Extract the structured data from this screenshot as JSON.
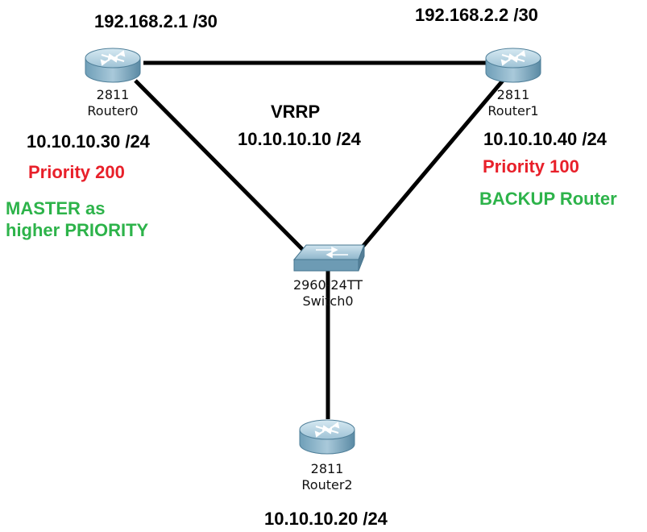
{
  "colors": {
    "link": "#000000",
    "priority": "#e8202a",
    "status": "#2db34a",
    "device_body": "#5f97b3"
  },
  "router0": {
    "icon": "router-icon",
    "model": "2811",
    "name": "Router0",
    "wan_ip": "192.168.2.1 /30",
    "lan_ip": "10.10.10.30 /24",
    "priority": "Priority 200",
    "role_line1": "MASTER as",
    "role_line2": "higher PRIORITY"
  },
  "router1": {
    "icon": "router-icon",
    "model": "2811",
    "name": "Router1",
    "wan_ip": "192.168.2.2 /30",
    "lan_ip": "10.10.10.40 /24",
    "priority": "Priority 100",
    "role": "BACKUP Router"
  },
  "router2": {
    "icon": "router-icon",
    "model": "2811",
    "name": "Router2",
    "lan_ip": "10.10.10.20 /24"
  },
  "switch0": {
    "icon": "switch-icon",
    "model": "2960-24TT",
    "name": "Switch0"
  },
  "vrrp": {
    "title": "VRRP",
    "virtual_ip": "10.10.10.10 /24"
  }
}
